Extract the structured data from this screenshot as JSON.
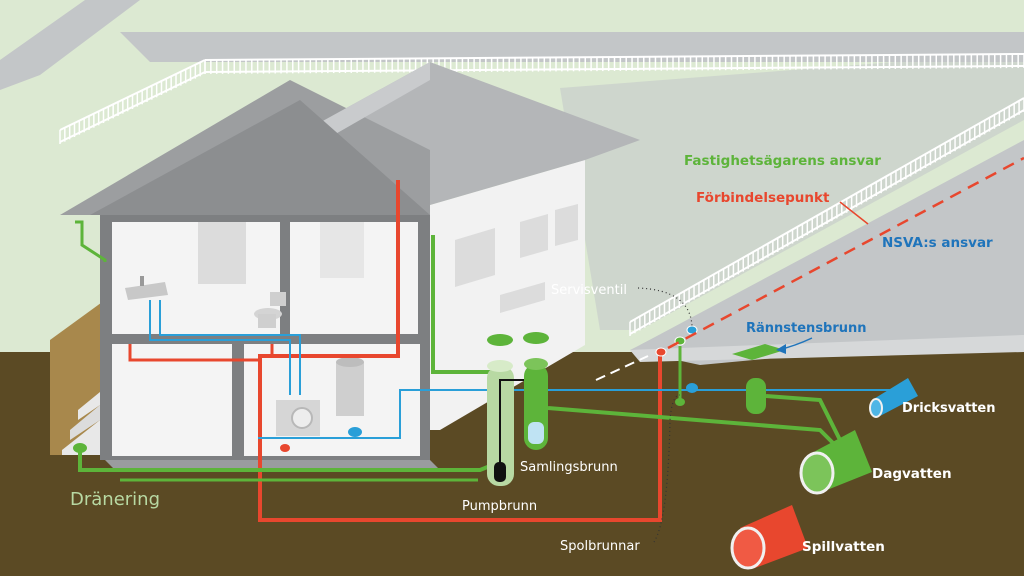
{
  "labels": {
    "owner_responsibility": "Fastighetsägarens ansvar",
    "connection_point": "Förbindelsepunkt",
    "nsva_responsibility": "NSVA:s ansvar",
    "service_valve": "Servisventil",
    "gutter_well": "Rännstensbrunn",
    "drinking_water": "Dricksvatten",
    "storm_water": "Dagvatten",
    "waste_water": "Spillvatten",
    "collection_well": "Samlingsbrunn",
    "pump_well": "Pumpbrunn",
    "flush_wells": "Spolbrunnar",
    "drainage": "Dränering"
  },
  "colors": {
    "green_pipe": "#5db43a",
    "red_pipe": "#e8472e",
    "blue_pipe": "#2a9fd8",
    "ground": "#5b4a24",
    "grass": "#dce9d2",
    "owner_text": "#5db43a",
    "connection_text": "#e8472e",
    "nsva_text": "#1f74bb",
    "drainage_text": "#b8d9a3"
  }
}
